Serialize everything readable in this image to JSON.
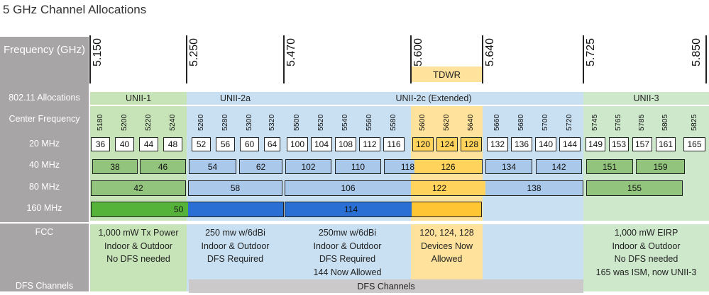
{
  "title": "5 GHz Channel Allocations",
  "row_labels": {
    "frequency": "Frequency (GHz)",
    "allocations": "802.11 Allocations",
    "center_frequency": "Center Frequency",
    "mhz20": "20 MHz",
    "mhz40": "40 MHz",
    "mhz80": "80 MHz",
    "mhz160": "160 MHz",
    "fcc": "FCC",
    "dfs_channels": "DFS Channels"
  },
  "colors": {
    "label_column": "#a8a5a6",
    "unii1": "#c7e4b8",
    "unii2": "#c9e0f2",
    "unii3": "#cde8cb",
    "tdwr": "#ffe39c",
    "dfs_bar": "#cbc9ca",
    "green_cell": "#93c47d",
    "blue_cell": "#a9c8ea",
    "yellow_cell": "#ffd35c",
    "green_160": "#55b33a",
    "blue_160": "#2a6fd4",
    "yellow_160": "#ffc533"
  },
  "frequency_markers": [
    "5.150",
    "5.250",
    "5.470",
    "5.600",
    "5.640",
    "5.725",
    "5.850"
  ],
  "tdwr_label": "TDWR",
  "allocations": [
    "UNII-1",
    "UNII-2a",
    "UNII-2c (Extended)",
    "UNII-3"
  ],
  "center_frequencies": [
    "5180",
    "5200",
    "5220",
    "5240",
    "5260",
    "5280",
    "5300",
    "5320",
    "5500",
    "5520",
    "5540",
    "5560",
    "5580",
    "5600",
    "5620",
    "5640",
    "5660",
    "5680",
    "5700",
    "5720",
    "5745",
    "5765",
    "5785",
    "5805",
    "5825"
  ],
  "channels_20": [
    "36",
    "40",
    "44",
    "48",
    "52",
    "56",
    "60",
    "64",
    "100",
    "104",
    "108",
    "112",
    "116",
    "120",
    "124",
    "128",
    "132",
    "136",
    "140",
    "144",
    "149",
    "153",
    "157",
    "161",
    "165"
  ],
  "channels_40": [
    "38",
    "46",
    "54",
    "62",
    "102",
    "110",
    "118",
    "126",
    "134",
    "142",
    "151",
    "159"
  ],
  "channels_80": [
    "42",
    "58",
    "106",
    "122",
    "138",
    "155"
  ],
  "channels_160": [
    "50",
    "114"
  ],
  "fcc_notes": {
    "unii1": [
      "1,000 mW Tx Power",
      "Indoor & Outdoor",
      "No DFS needed"
    ],
    "unii2a": [
      "250 mw w/6dBi",
      "Indoor & Outdoor",
      "DFS Required"
    ],
    "unii2c": [
      "250mw w/6dBi",
      "Indoor & Outdoor",
      "DFS Required",
      "144 Now Allowed"
    ],
    "tdwr": [
      "120, 124, 128",
      "Devices Now",
      "Allowed"
    ],
    "unii3": [
      "1,000 mW EIRP",
      "Indoor & Outdoor",
      "No DFS needed",
      "165 was ISM, now UNII-3"
    ]
  },
  "dfs_channels_label": "DFS Channels"
}
